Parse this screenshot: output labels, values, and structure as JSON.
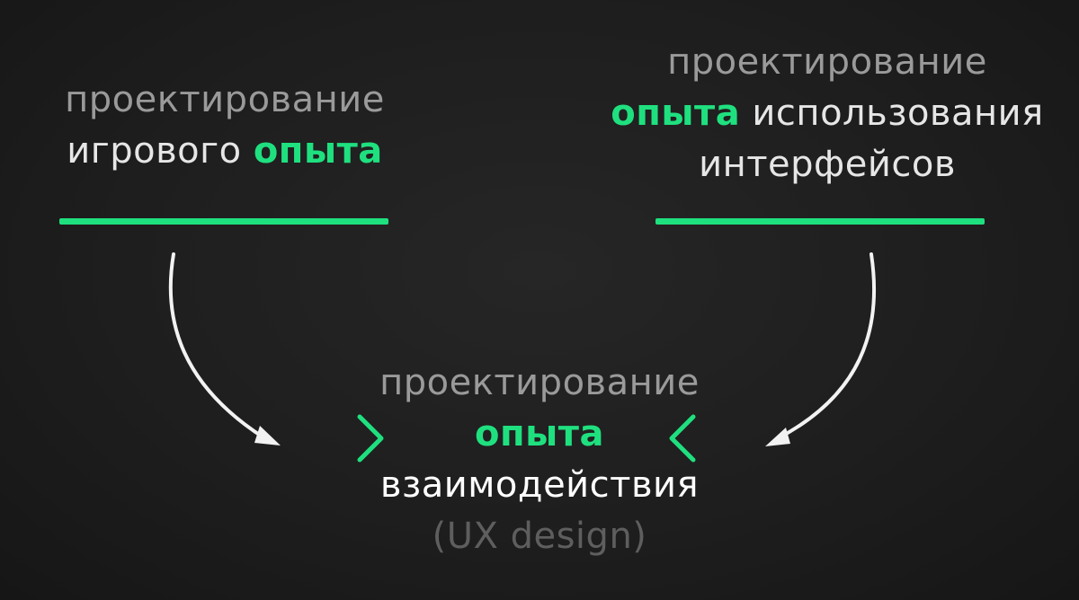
{
  "left": {
    "line1": "проектирование",
    "line2_plain": "игрового ",
    "line2_accent": "опыта"
  },
  "right": {
    "line1": "проектирование",
    "line2_accent": "опыта",
    "line2_plain": " использования",
    "line3": "интерфейсов"
  },
  "center": {
    "line1": "проектирование",
    "line2_accent": "опыта",
    "line3": "взаимодействия",
    "line4": "(UX design)"
  },
  "colors": {
    "accent": "#1fe07f",
    "background": "#1c1c1c",
    "muted_text": "#9a9a9a",
    "light_text": "#e6e6e6",
    "faint_text": "#5e5e5e",
    "arrow": "#f2f2f2"
  },
  "icons": {
    "left_arrow": "curved-arrow-down-right-icon",
    "right_arrow": "curved-arrow-down-left-icon",
    "left_chevron": "chevron-right-icon",
    "right_chevron": "chevron-left-icon"
  }
}
